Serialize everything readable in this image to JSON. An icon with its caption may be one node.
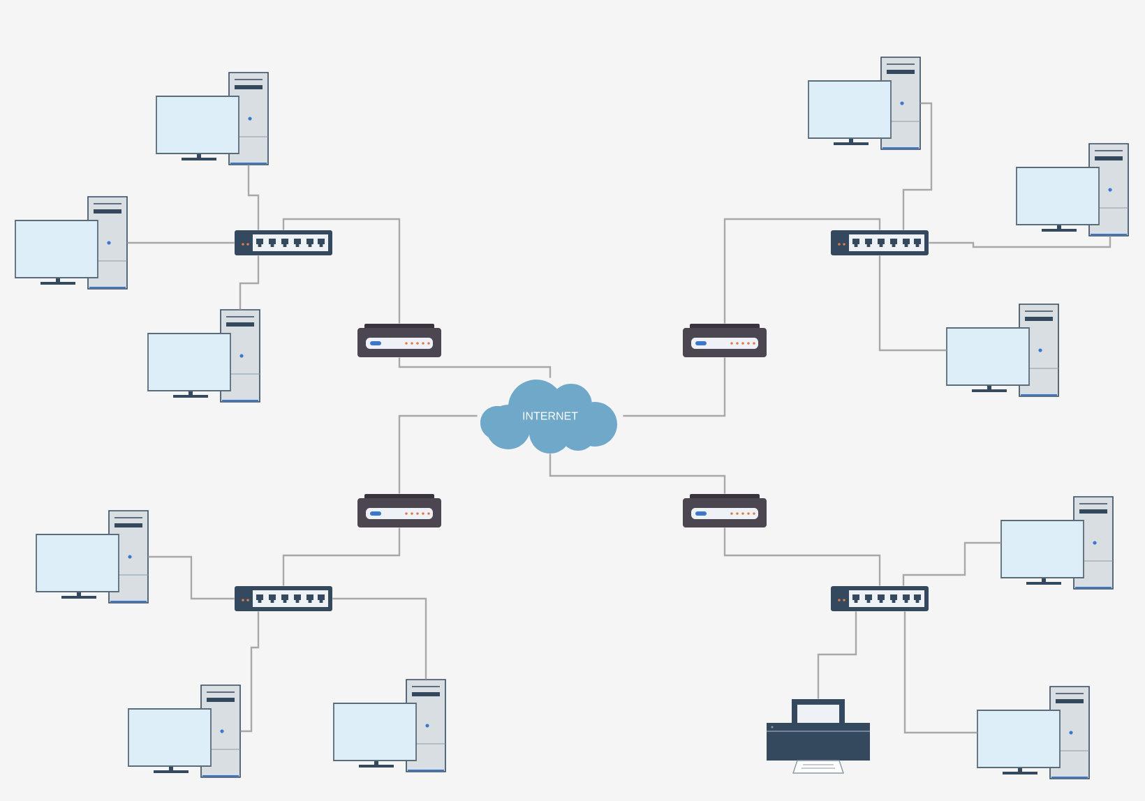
{
  "diagram": {
    "nodes": [
      {
        "text": [
          "INTERNET"
        ]
      },
      {
        "text": [],
        "shape": "picture"
      },
      {
        "text": [],
        "shape": "picture"
      },
      {
        "text": [],
        "shape": "picture"
      },
      {
        "text": [],
        "shape": "picture"
      },
      {
        "text": [],
        "shape": "picture"
      },
      {
        "text": [],
        "shape": "picture"
      },
      {
        "text": [],
        "shape": "picture"
      },
      {
        "text": [],
        "shape": "picture"
      },
      {
        "text": [],
        "shape": "picture"
      },
      {
        "text": [],
        "shape": "picture"
      },
      {
        "text": [],
        "shape": "picture"
      },
      {
        "text": [],
        "shape": "picture"
      },
      {
        "text": [],
        "shape": "picture"
      },
      {
        "text": [],
        "shape": "picture"
      },
      {
        "text": [],
        "shape": "picture"
      },
      {
        "text": [],
        "shape": "picture"
      },
      {
        "text": [],
        "shape": "picture"
      },
      {
        "text": [],
        "shape": "picture"
      },
      {
        "text": [],
        "shape": "picture"
      },
      {
        "text": [],
        "shape": "picture"
      }
    ],
    "edges": [
      {
        "from": 0,
        "to": 1,
        "arrow": "none"
      },
      {
        "from": 0,
        "to": 2,
        "arrow": "none"
      },
      {
        "from": 0,
        "to": 3,
        "arrow": "none"
      },
      {
        "from": 0,
        "to": 4,
        "arrow": "none"
      },
      {
        "from": 1,
        "to": 5,
        "arrow": "none"
      },
      {
        "from": 2,
        "to": 6,
        "arrow": "none"
      },
      {
        "from": 3,
        "to": 7,
        "arrow": "none"
      },
      {
        "from": 4,
        "to": 8,
        "arrow": "none"
      },
      {
        "from": 5,
        "to": 9,
        "arrow": "none"
      },
      {
        "from": 5,
        "to": 10,
        "arrow": "none"
      },
      {
        "from": 5,
        "to": 11,
        "arrow": "none"
      },
      {
        "from": 6,
        "to": 12,
        "arrow": "none"
      },
      {
        "from": 6,
        "to": 13,
        "arrow": "none"
      },
      {
        "from": 6,
        "to": 14,
        "arrow": "none"
      },
      {
        "from": 7,
        "to": 15,
        "arrow": "none"
      },
      {
        "from": 7,
        "to": 16,
        "arrow": "none"
      },
      {
        "from": 7,
        "to": 17,
        "arrow": "none"
      },
      {
        "from": 8,
        "to": 18,
        "arrow": "none"
      },
      {
        "from": 8,
        "to": 19,
        "arrow": "none"
      },
      {
        "from": 8,
        "to": 20,
        "arrow": "none"
      }
    ]
  }
}
